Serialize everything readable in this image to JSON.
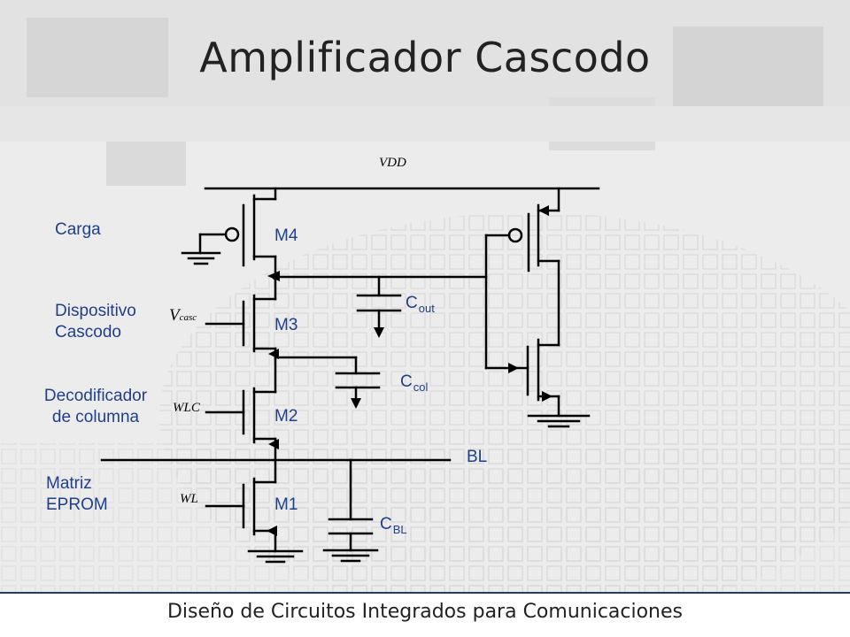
{
  "slide": {
    "title": "Amplificador Cascodo",
    "footer": "Diseño de Circuitos Integrados  para Comunicaciones"
  },
  "labels": {
    "carga": "Carga",
    "dispositivo": "Dispositivo",
    "cascodo": "Cascodo",
    "decodificador": "Decodificador",
    "de_columna": "de columna",
    "matriz": "Matriz",
    "eprom": "EPROM"
  },
  "devices": {
    "m4": "M4",
    "m3": "M3",
    "m2": "M2",
    "m1": "M1"
  },
  "capacitors": {
    "cout_main": "C",
    "cout_sub": "out",
    "ccol_main": "C",
    "ccol_sub": "col",
    "cbl_main": "C",
    "cbl_sub": "BL"
  },
  "nodes": {
    "vdd": "VDD",
    "vcasc_main": "V",
    "vcasc_sub": "casc",
    "wlc": "WLC",
    "wl": "WL",
    "bl": "BL"
  },
  "colors": {
    "label_blue": "#1f3f8a",
    "footer_rule": "#1f3b6e",
    "wire": "#000000"
  }
}
